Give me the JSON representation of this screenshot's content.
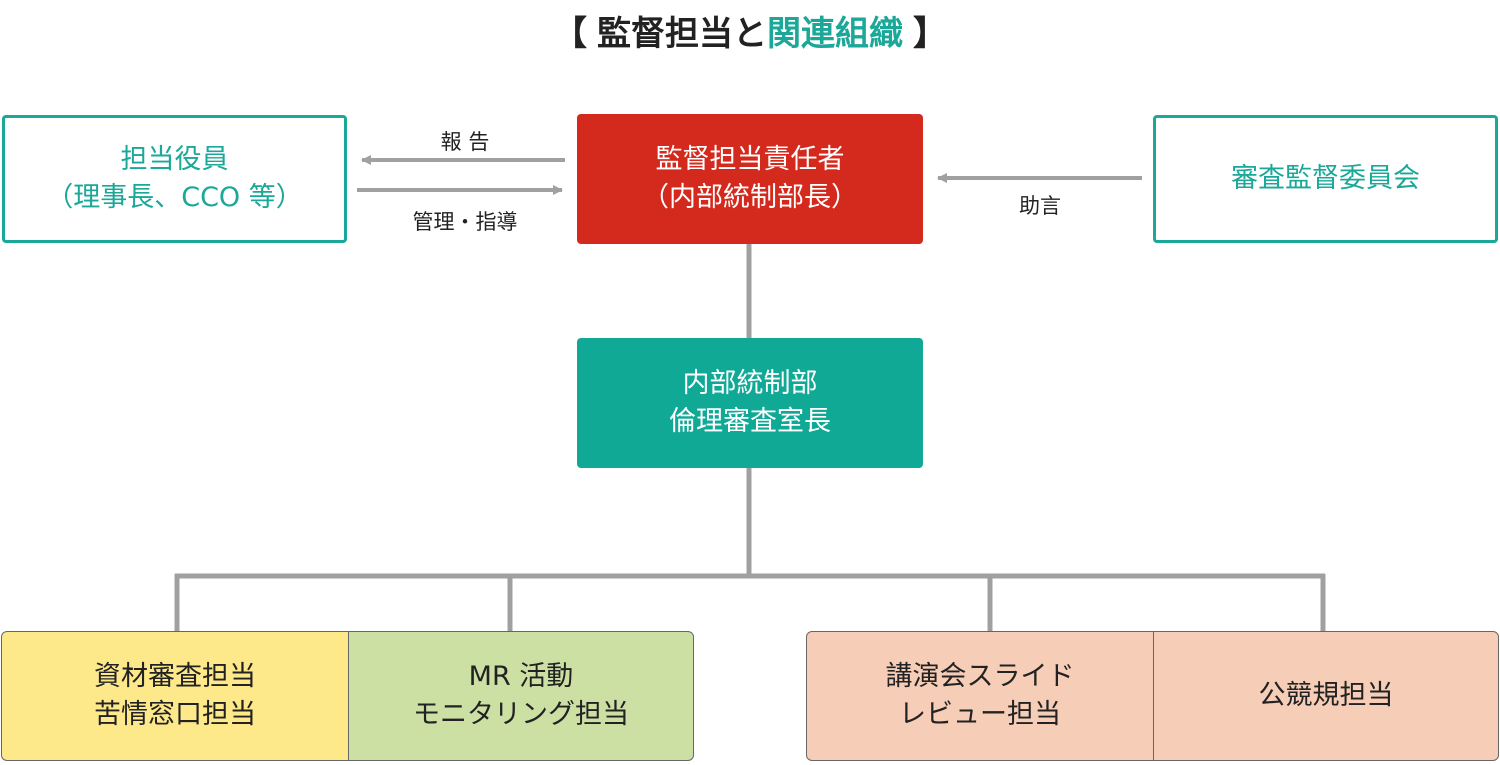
{
  "title": {
    "bracket_open": "【",
    "part1": "監督担当と",
    "part2": "関連組織",
    "bracket_close": "】"
  },
  "nodes": {
    "officer": {
      "line1": "担当役員",
      "line2": "（理事長、CCO 等）"
    },
    "supervisor": {
      "line1": "監督担当責任者",
      "line2": "（内部統制部長）"
    },
    "committee": {
      "line1": "審査監督委員会"
    },
    "internal_control": {
      "line1": "内部統制部",
      "line2": "倫理審査室長"
    },
    "material_review": {
      "line1": "資材審査担当",
      "line2": "苦情窓口担当"
    },
    "mr_activity": {
      "line1": "MR 活動",
      "line2": "モニタリング担当"
    },
    "slide_review": {
      "line1": "講演会スライド",
      "line2": "レビュー担当"
    },
    "fair_competition": {
      "line1": "公競規担当"
    }
  },
  "edges": {
    "report": "報 告",
    "manage": "管理・指導",
    "advice": "助言"
  },
  "colors": {
    "accent": "#1ba898",
    "red": "#d42a1e",
    "teal": "#10a996",
    "yellow": "#fde88a",
    "green": "#cce0a4",
    "peach": "#f6cdb6",
    "connector": "#a0a0a0"
  }
}
